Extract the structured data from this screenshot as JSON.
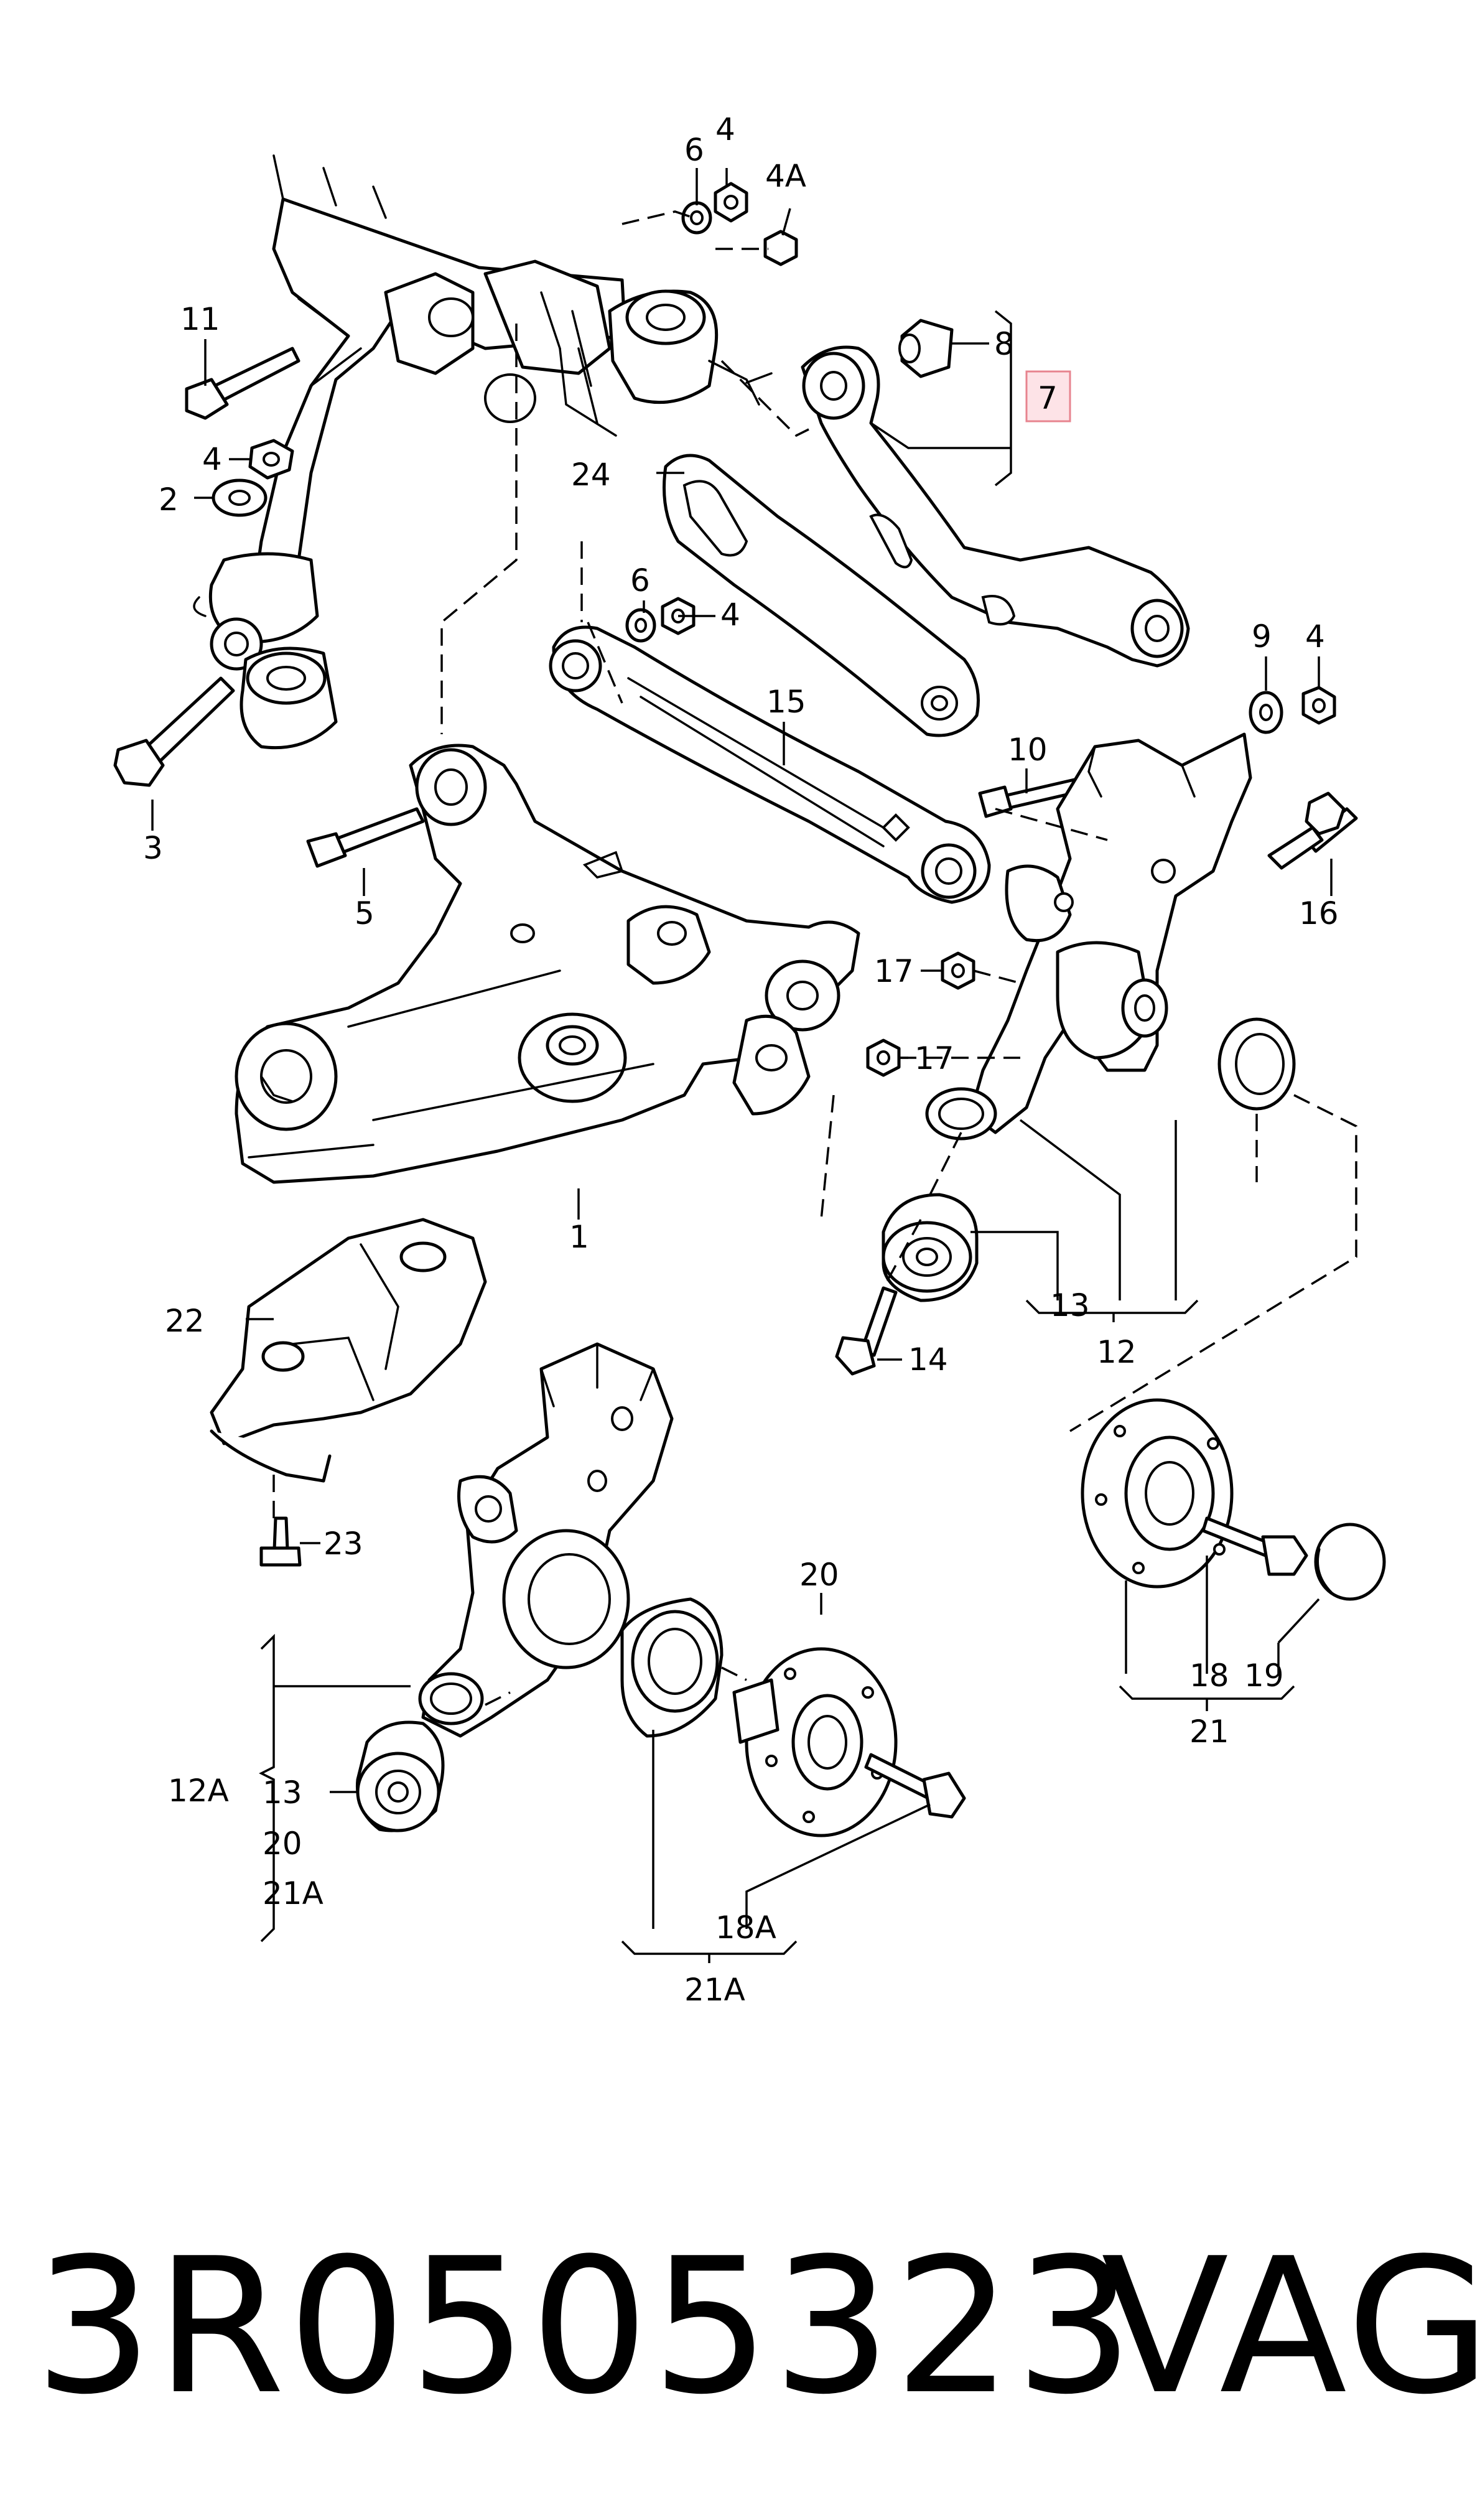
{
  "labels": {
    "l1": "1",
    "l2": "2",
    "l3": "3",
    "l4a": "4",
    "l4b": "4",
    "l4c": "4",
    "l4d": "4",
    "l4A": "4A",
    "l5": "5",
    "l6a": "6",
    "l6b": "6",
    "l7": "7",
    "l8": "8",
    "l9": "9",
    "l10": "10",
    "l11": "11",
    "l12": "12",
    "l12A": "12A",
    "l13a": "13",
    "l13b": "13",
    "l14": "14",
    "l15": "15",
    "l16": "16",
    "l17a": "17",
    "l17b": "17",
    "l18": "18",
    "l18A": "18A",
    "l19": "19",
    "l20a": "20",
    "l20b": "20",
    "l21": "21",
    "l21A": "21A",
    "l21Ab": "21A",
    "l22": "22",
    "l23": "23",
    "l24": "24"
  },
  "footer": {
    "part_number": "3R0505323",
    "brand": "VAG"
  },
  "highlight_color": "#fde3e7"
}
